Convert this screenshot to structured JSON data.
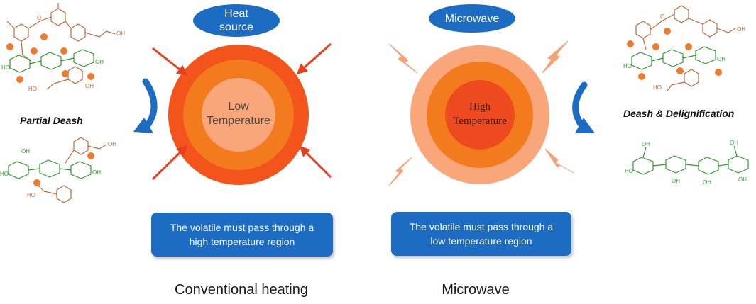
{
  "left_panel": {
    "source_line1": "Heat",
    "source_line2": "source",
    "center_line1": "Low",
    "center_line2": "Temperature",
    "note_line1": "The volatile must pass through  a",
    "note_line2": "high temperature region",
    "caption": "Conventional heating",
    "process_label": "Partial Deash"
  },
  "right_panel": {
    "source_label": "Microwave",
    "center_line1": "High",
    "center_line2": "Temperature",
    "note_line1": "The volatile must pass through  a",
    "note_line2": "low temperature region",
    "caption": "Microwave",
    "process_label": "Deash & Delignification"
  },
  "molecule_labels": {
    "oh": "OH",
    "ho": "HO",
    "o": "O"
  },
  "colors": {
    "accent_blue": "#1b6cc2",
    "arrow_red": "#e8401c",
    "particle_orange": "#f07a2a",
    "lignin_brown": "#c0683a",
    "cellulose_green": "#2f9a2f",
    "ring_outer_red": "#f2541b",
    "ring_mid_orange": "#f47a1e",
    "ring_light": "#f9a77a",
    "core_red": "#ee4a1f"
  }
}
